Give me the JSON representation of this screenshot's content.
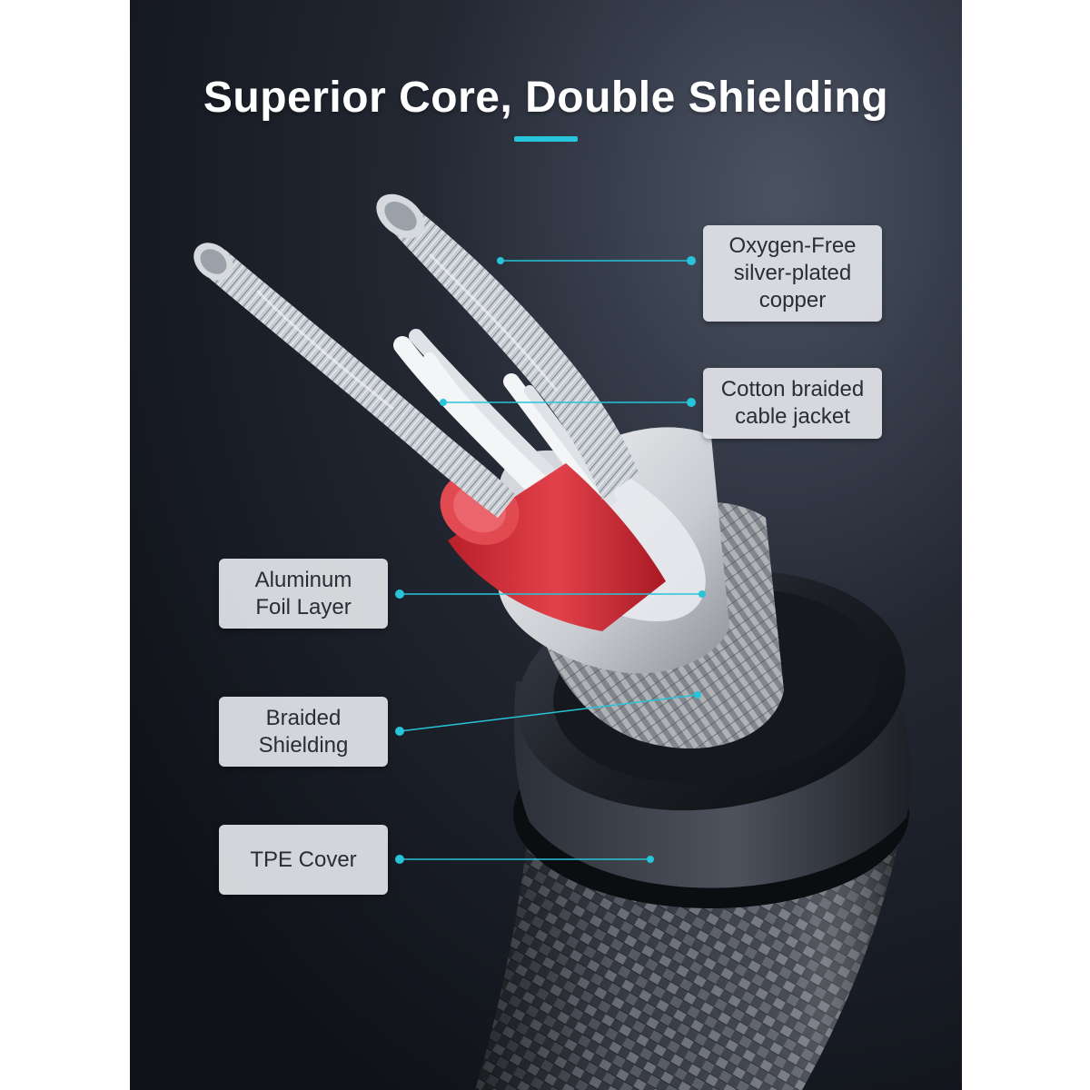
{
  "title": "Superior Core, Double Shielding",
  "accent_color": "#27c4da",
  "callouts": {
    "oxygen_free": {
      "lines": [
        "Oxygen-Free",
        "silver-plated",
        "copper"
      ]
    },
    "cotton_jacket": {
      "lines": [
        "Cotton braided",
        "cable jacket"
      ]
    },
    "aluminum_foil": {
      "lines": [
        "Aluminum",
        "Foil Layer"
      ]
    },
    "braided_shielding": {
      "lines": [
        "Braided",
        "Shielding"
      ]
    },
    "tpe_cover": {
      "lines": [
        "TPE Cover"
      ]
    }
  }
}
